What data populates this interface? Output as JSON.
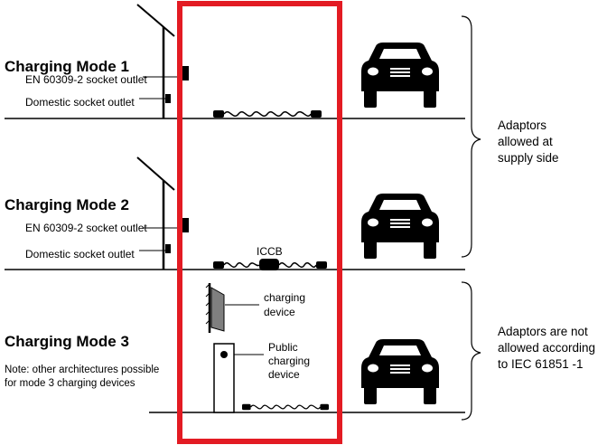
{
  "modes": [
    {
      "title": "Charging Mode 1",
      "socket_en": "EN  60309-2 socket outlet",
      "socket_domestic": "Domestic socket outlet"
    },
    {
      "title": "Charging Mode 2",
      "socket_en": "EN  60309-2 socket outlet",
      "socket_domestic": "Domestic socket outlet",
      "iccb_label": "ICCB"
    },
    {
      "title": "Charging Mode 3",
      "note_line1": "Note: other architectures possible",
      "note_line2": "for mode 3 charging devices",
      "wall_device_line1": "charging",
      "wall_device_line2": "device",
      "public_device_line1": "Public",
      "public_device_line2": "charging",
      "public_device_line3": "device"
    }
  ],
  "side_notes": {
    "allowed_line1": "Adaptors",
    "allowed_line2": "allowed at",
    "allowed_line3": "supply side",
    "not_allowed_line1": "Adaptors are not",
    "not_allowed_line2": "allowed according",
    "not_allowed_line3": "to IEC 61851 -1"
  },
  "colors": {
    "highlight_frame": "#e31b23",
    "ink": "#000000",
    "wall_device_fill": "#7f7f7f"
  }
}
